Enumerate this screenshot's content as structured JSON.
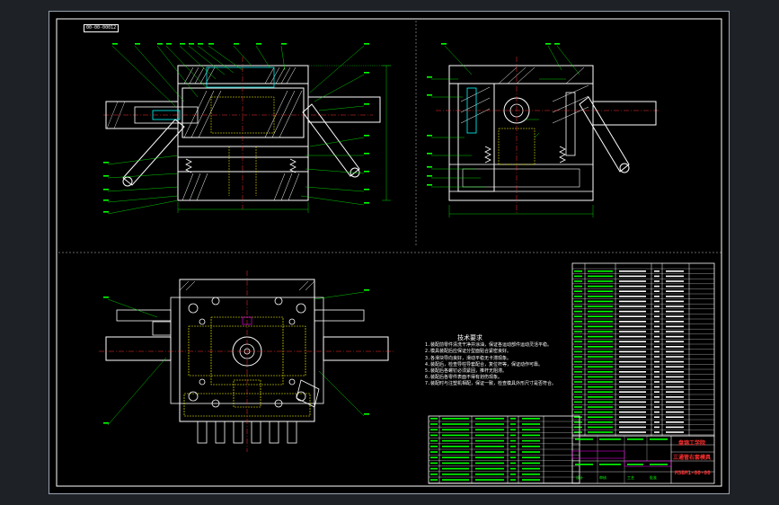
{
  "sheet": {
    "drawing_number": "MSBM1-00-00",
    "stamp_text": "00-00-00012",
    "title_block": {
      "part_name": "三通管右套模具",
      "company": "盘锦工学院",
      "labels": [
        "设计",
        "审核",
        "工艺",
        "批准"
      ]
    },
    "technical_requirements": {
      "title": "技术要求",
      "items": [
        "1.装配前零件清洗干净并涂油，保证各运动部件运动灵活平稳。",
        "2.模具装配后应保证分型面贴合紧密良好。",
        "3.各滑块导向良好，滑动平稳无卡滞现象。",
        "4.装配后，检查导柱导套配合，复位杆等，保证动作可靠。",
        "5.装配后各螺钉必须紧固，推杆无阻滞。",
        "6.装配后各零件表面不得有划伤现象。",
        "7.装配时与注塑机相配，保证一致，检查模具外形尺寸是否符合。"
      ]
    },
    "colors": {
      "outline": "#ffffff",
      "hatch": "#ffffff",
      "center": "#ff3030",
      "hidden": "#ffff00",
      "dims": "#00ff00",
      "parts": "#00ffff",
      "title": "#ff3030",
      "highlight": "#ff00ff"
    }
  }
}
